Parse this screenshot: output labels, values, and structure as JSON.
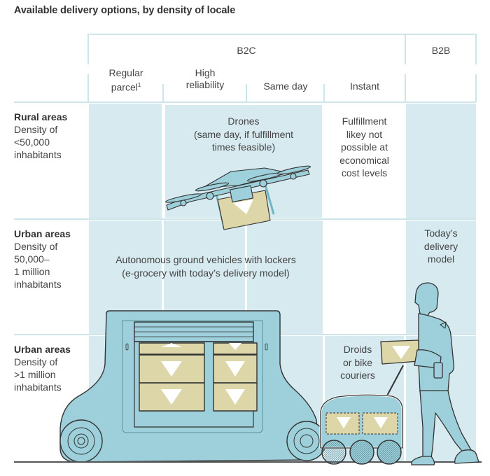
{
  "title": "Available delivery options, by density of locale",
  "header": {
    "group_b2c": "B2C",
    "group_b2b": "B2B",
    "columns": [
      {
        "label": "Regular",
        "label2": "parcel",
        "footnote": "1"
      },
      {
        "label": "High",
        "label2": "reliability"
      },
      {
        "label": "Same day"
      },
      {
        "label": "Instant"
      },
      {
        "label": ""
      }
    ]
  },
  "rows": [
    {
      "title": "Rural areas",
      "line1": "Density of",
      "line2": "<50,000",
      "line3": "inhabitants"
    },
    {
      "title": "Urban areas",
      "line1": "Density of",
      "line2": "50,000–",
      "line3": "1 million",
      "line4": "inhabitants"
    },
    {
      "title": "Urban areas",
      "line1": "Density of",
      "line2": ">1 million",
      "line3": "inhabitants"
    }
  ],
  "cells": {
    "drones": {
      "line1": "Drones",
      "line2": "(same day, if fulfillment",
      "line3": "times feasible)"
    },
    "rural_instant": {
      "line1": "Fulfillment",
      "line2": "likey not",
      "line3": "possible at",
      "line4": "economical",
      "line5": "cost levels"
    },
    "agv": {
      "line1": "Autonomous ground vehicles with lockers",
      "line2": "(e-grocery with today’s delivery model)"
    },
    "b2b_today": {
      "line1": "Today’s",
      "line2": "delivery",
      "line3": "model"
    },
    "droids": {
      "line1": "Droids",
      "line2": "or bike",
      "line3": "couriers"
    }
  },
  "illustrations": {
    "drone": "drone-with-parcel",
    "agv": "autonomous-ground-vehicle-with-lockers",
    "droid": "delivery-droid",
    "courier": "courier-holding-parcel"
  },
  "colors": {
    "cell_blue": "#d6eaef",
    "grid_line": "#cfe5ec",
    "vehicle": "#9dd0da",
    "parcel": "#ddd6a8",
    "outline": "#333333"
  }
}
